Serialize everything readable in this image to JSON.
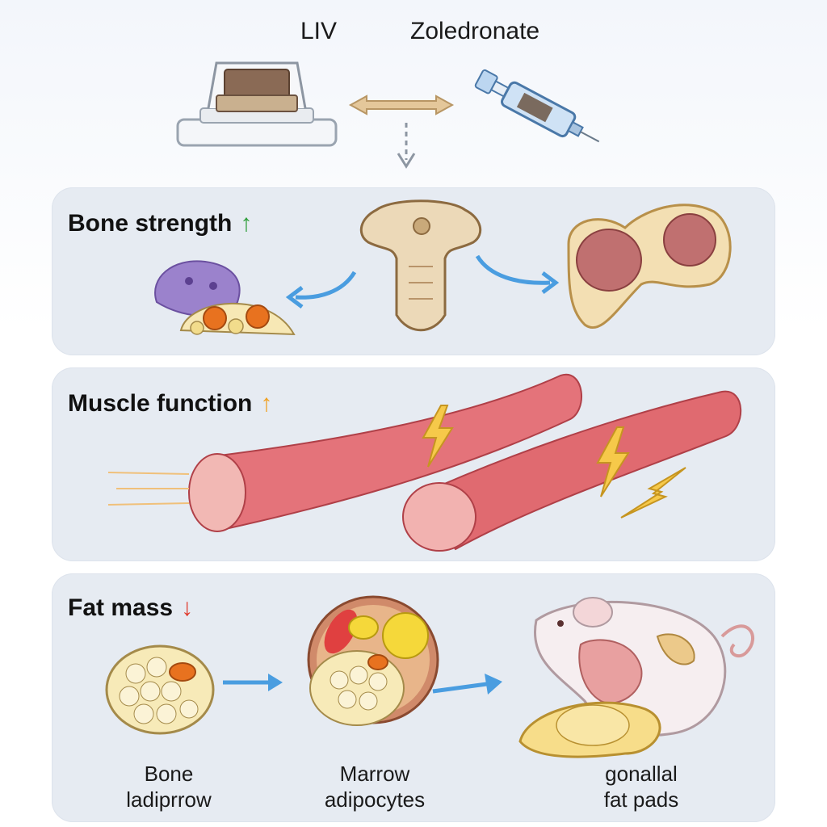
{
  "header": {
    "left_label": "LIV",
    "right_label": "Zoledronate"
  },
  "panels": [
    {
      "title": "Bone strength",
      "trend_symbol": "↑",
      "trend_color": "#2e9e3a"
    },
    {
      "title": "Muscle function",
      "trend_symbol": "↑",
      "trend_color": "#f0a020"
    },
    {
      "title": "Fat mass",
      "trend_symbol": "↓",
      "trend_color": "#e0392b"
    }
  ],
  "captions": {
    "left_line1": "Bone",
    "left_line2": "ladiprrow",
    "middle_line1": "Marrow",
    "middle_line2": "adipocytes",
    "right_line1": "gonallal",
    "right_line2": "fat pads"
  },
  "colors": {
    "arrow_blue": "#4a9de0",
    "muscle_red": "#e0696e",
    "fat_yellow": "#f6e7a8",
    "panel_bg": "#e6ebf2"
  },
  "icons": [
    "vibration-platform-icon",
    "syringe-icon",
    "vertebra-icon",
    "femur-cross-section-icon",
    "osteoclast-icon",
    "muscle-fiber-icon",
    "lightning-icon",
    "adipocyte-cluster-icon",
    "mouse-icon"
  ]
}
